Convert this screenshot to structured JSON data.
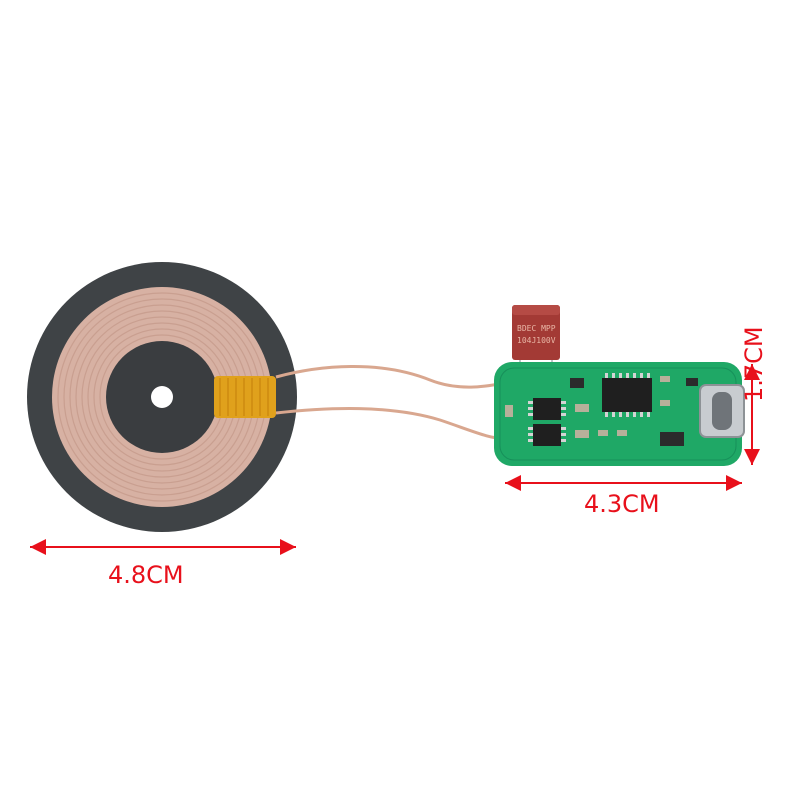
{
  "dimensions": {
    "coil_width": "4.8CM",
    "board_width": "4.3CM",
    "board_height": "1.7CM"
  },
  "capacitor": {
    "line1": "BDEC MPP",
    "line2": "104J100V"
  },
  "colors": {
    "ferrite": "#3f4346",
    "copper": "#d9b3a4",
    "pcb": "#1fa866",
    "capacitor": "#a33a35",
    "tape": "#e0a11c",
    "dimension": "#e8101b"
  }
}
